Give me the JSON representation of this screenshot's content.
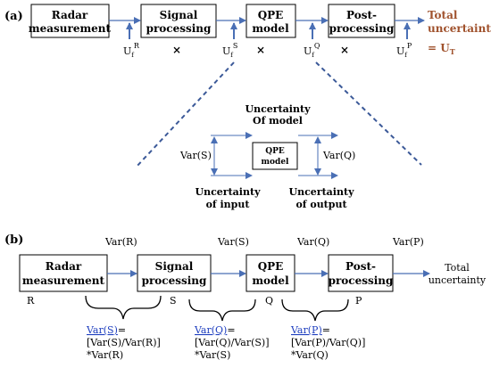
{
  "panel_a": {
    "label": "(a)",
    "boxes": [
      {
        "line1": "Radar",
        "line2": "measurement"
      },
      {
        "line1": "Signal",
        "line2": "processing"
      },
      {
        "line1": "QPE",
        "line2": "model"
      },
      {
        "line1": "Post-",
        "line2": "processing"
      }
    ],
    "uncertainty_labels": [
      {
        "base": "U",
        "sub": "f",
        "sup": "R"
      },
      {
        "base": "U",
        "sub": "f",
        "sup": "S"
      },
      {
        "base": "U",
        "sub": "f",
        "sup": "Q"
      },
      {
        "base": "U",
        "sub": "f",
        "sup": "P"
      }
    ],
    "times_symbol": "×",
    "total_line1": "Total",
    "total_line2": "uncertainty",
    "total_eq": "= U",
    "total_sub": "T",
    "colors": {
      "total": "#a0522d",
      "arrow": "#4a6fb5",
      "dash": "#3b5998"
    },
    "inset": {
      "top_label_1": "Uncertainty",
      "top_label_2": "Of model",
      "box_line1": "QPE",
      "box_line2": "model",
      "var_in": "Var(S)",
      "var_out": "Var(Q)",
      "input_label_1": "Uncertainty",
      "input_label_2": "of input",
      "output_label_1": "Uncertainty",
      "output_label_2": "of output"
    }
  },
  "panel_b": {
    "label": "(b)",
    "boxes": [
      {
        "line1": "Radar",
        "line2": "measurement",
        "letter": "R"
      },
      {
        "line1": "Signal",
        "line2": "processing",
        "letter": "S"
      },
      {
        "line1": "QPE",
        "line2": "model",
        "letter": "Q"
      },
      {
        "line1": "Post-",
        "line2": "processing",
        "letter": "P"
      }
    ],
    "var_labels": [
      "Var(R)",
      "Var(S)",
      "Var(Q)",
      "Var(P)"
    ],
    "total_line1": "Total",
    "total_line2": "uncertainty",
    "formulas": [
      {
        "head": "Var(S)",
        "eq": "=",
        "line2": "[Var(S)/Var(R)]",
        "line3": "*Var(R)"
      },
      {
        "head": "Var(Q)",
        "eq": "=",
        "line2": "[Var(Q)/Var(S)]",
        "line3": "*Var(S)"
      },
      {
        "head": "Var(P)",
        "eq": "=",
        "line2": "[Var(P)/Var(Q)]",
        "line3": "*Var(Q)"
      }
    ],
    "colors": {
      "formula_head": "#1f3fbf",
      "arrow": "#4a6fb5"
    }
  }
}
